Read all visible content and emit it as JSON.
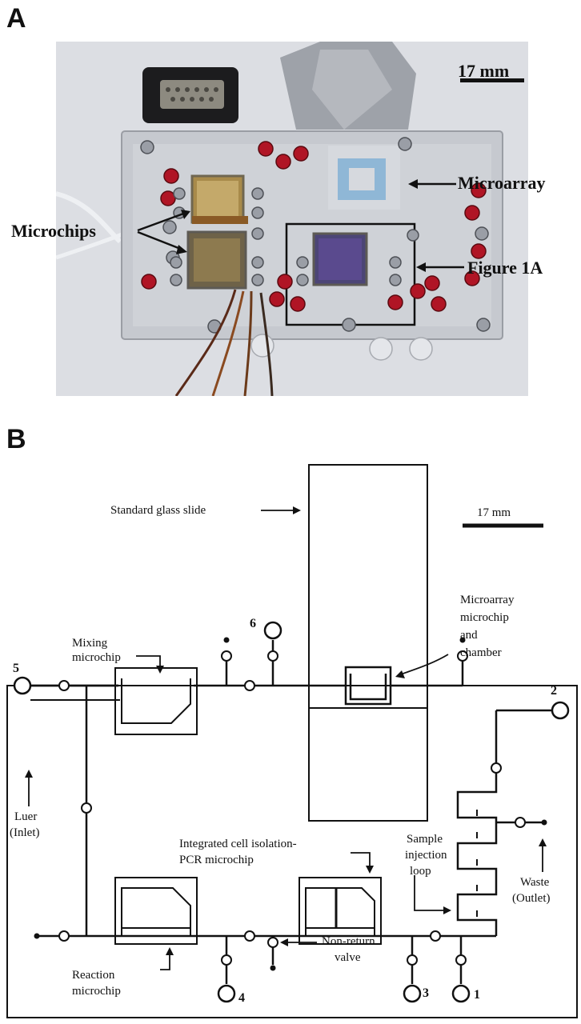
{
  "panel_a": {
    "letter": "A",
    "scale_label": "17 mm",
    "labels": {
      "microarray": "Microarray",
      "microchips": "Microchips",
      "figure_ref": "Figure 1A"
    }
  },
  "panel_b": {
    "letter": "B",
    "scale_label": "17 mm",
    "labels": {
      "glass_slide": "Standard glass slide",
      "microarray_chip": [
        "Microarray",
        "microchip",
        "and",
        "chamber"
      ],
      "mixing": [
        "Mixing",
        "microchip"
      ],
      "luer": [
        "Luer",
        "(Inlet)"
      ],
      "cell_isolation": [
        "Integrated cell isolation-",
        "PCR microchip"
      ],
      "sample_loop": [
        "Sample",
        "injection",
        "loop"
      ],
      "waste": [
        "Waste",
        "(Outlet)"
      ],
      "reaction": [
        "Reaction",
        "microchip"
      ],
      "non_return": [
        "Non-return",
        "valve"
      ]
    },
    "ports": [
      "1",
      "2",
      "3",
      "4",
      "5",
      "6"
    ]
  },
  "colors": {
    "photo_bg": "#d9dbe0",
    "plastic": "#c9ccd2",
    "screw_red": "#b01525",
    "screw_metal": "#9a9ea6",
    "microarray_spot": "#8fb7d6",
    "microchip_gold": "#a88a4a",
    "microchip_purple": "#5a4a8e"
  }
}
